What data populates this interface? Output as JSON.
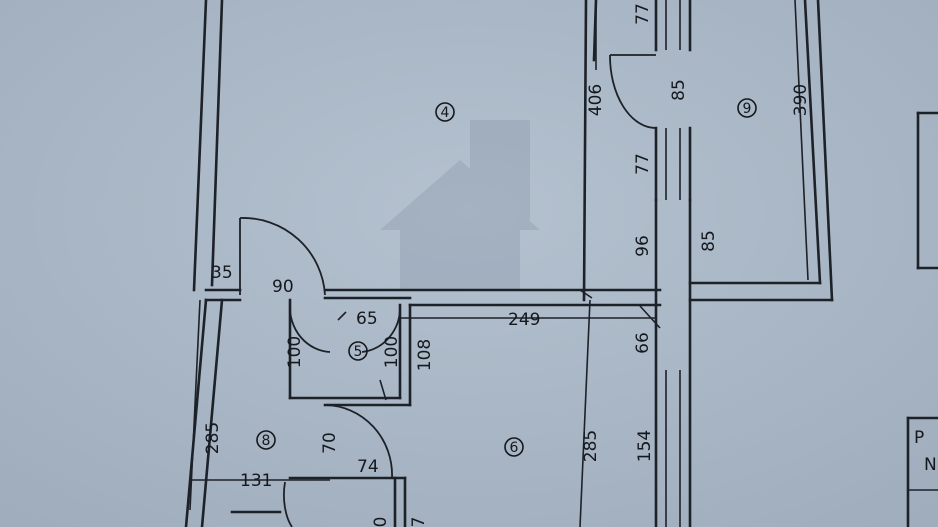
{
  "plan": {
    "rooms": [
      {
        "id": "room-4",
        "label": "4"
      },
      {
        "id": "room-5",
        "label": "5"
      },
      {
        "id": "room-6",
        "label": "6"
      },
      {
        "id": "room-8",
        "label": "8"
      },
      {
        "id": "room-9",
        "label": "9"
      }
    ],
    "dimensions": {
      "d77_top": "77",
      "d85_door": "85",
      "d406": "406",
      "d390": "390",
      "d77_mid": "77",
      "d96": "96",
      "d85_right": "85",
      "d35": "35",
      "d90": "90",
      "d65": "65",
      "d249": "249",
      "d66": "66",
      "d100_left": "100",
      "d100_right": "100",
      "d108": "108",
      "d285_left": "285",
      "d70": "70",
      "d74": "74",
      "d285_mid": "285",
      "d154": "154",
      "d131": "131",
      "d0_bottom": "0",
      "d7_bottom": "7"
    },
    "legend_partial": {
      "top_letter": "P",
      "bottom_letter": "N"
    }
  }
}
